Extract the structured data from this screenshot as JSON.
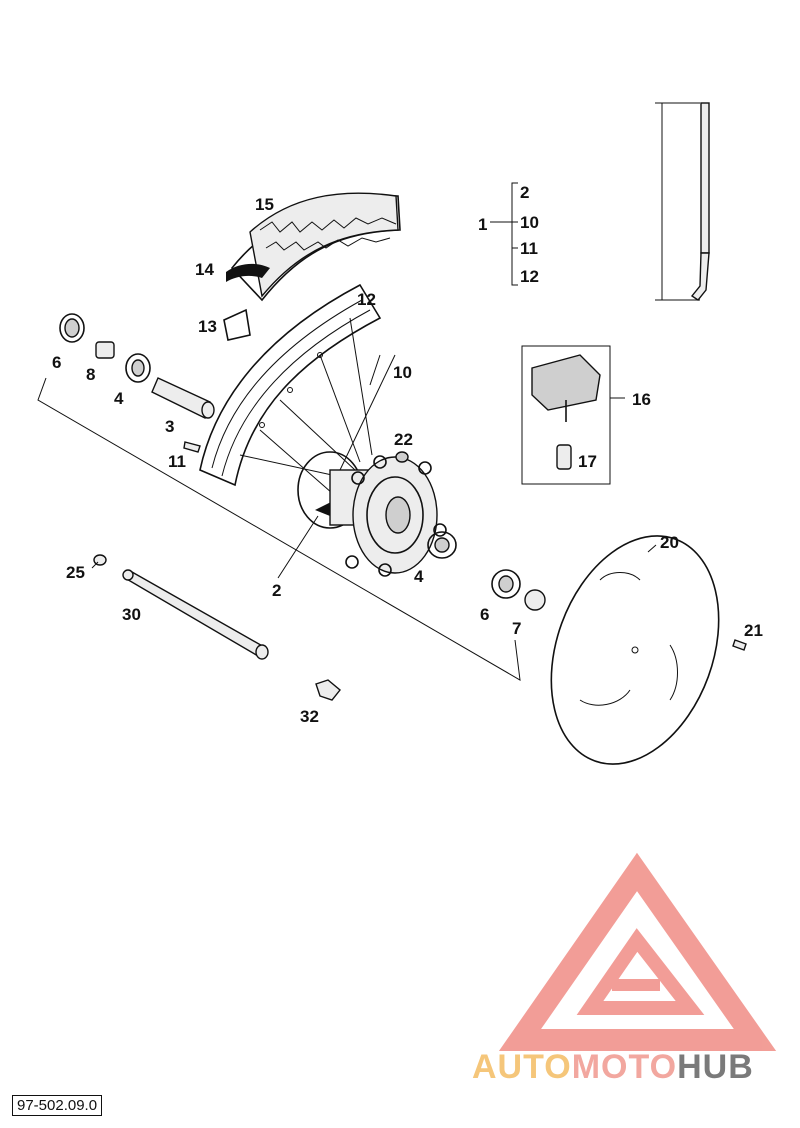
{
  "callouts": {
    "p1": "1",
    "p2": "2",
    "p3": "3",
    "p4a": "4",
    "p4b": "4",
    "p6a": "6",
    "p6b": "6",
    "p7": "7",
    "p8": "8",
    "p10": "10",
    "p11": "11",
    "p12": "12",
    "p13": "13",
    "p14": "14",
    "p15": "15",
    "p16": "16",
    "p17": "17",
    "p20": "20",
    "p21": "21",
    "p22": "22",
    "p25": "25",
    "p30": "30",
    "p32": "32"
  },
  "kit_list": [
    "2",
    "10",
    "11",
    "12"
  ],
  "watermark": {
    "part1": "AUTO",
    "part2": "MOTO",
    "part3": "HUB",
    "color1": "#f5c67a",
    "color2": "#f2a79f",
    "color3": "#7a7a7a",
    "logo_color": "#f08d85"
  },
  "doc_code": "97-502.09.0"
}
